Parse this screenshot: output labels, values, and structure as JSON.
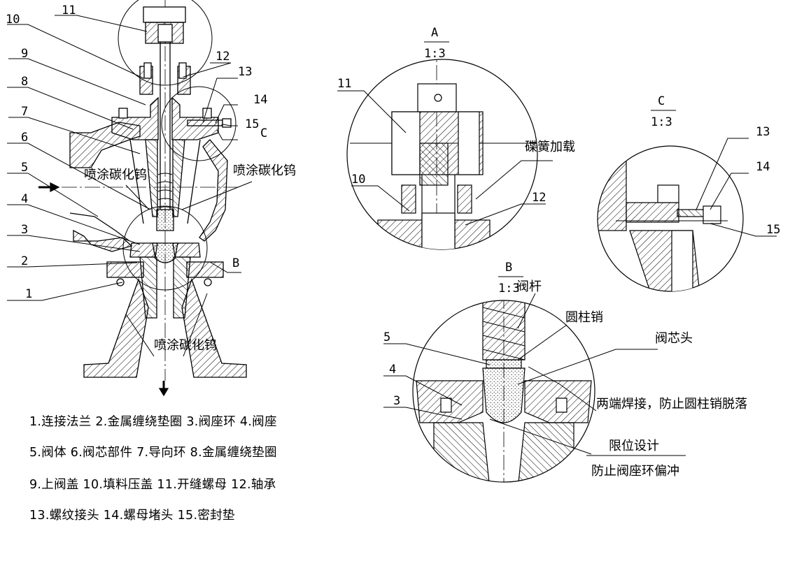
{
  "main_view": {
    "part_numbers": [
      "1",
      "2",
      "3",
      "4",
      "5",
      "6",
      "7",
      "8",
      "9",
      "10",
      "11",
      "12",
      "13",
      "14",
      "15"
    ],
    "detail_refs": {
      "b": "B",
      "c": "C"
    },
    "coating_labels": [
      "喷涂碳化钨",
      "喷涂碳化钨",
      "喷涂碳化钨"
    ]
  },
  "detail_a": {
    "letter": "A",
    "scale": "1:3",
    "labels": {
      "n11": "11",
      "n10": "10",
      "n12": "12",
      "spring": "碟簧加载"
    }
  },
  "detail_c": {
    "letter": "C",
    "scale": "1:3",
    "labels": {
      "n13": "13",
      "n14": "14",
      "n15": "15"
    }
  },
  "detail_b": {
    "letter": "B",
    "scale": "1:3",
    "labels": {
      "n5": "5",
      "n4": "4",
      "n3": "3",
      "stem": "阀杆",
      "pin": "圆柱销",
      "plug_head": "阀芯头",
      "weld_note": "两端焊接，防止圆柱销脱落",
      "limit_design": "限位设计",
      "anti_flush": "防止阀座环偏冲"
    }
  },
  "legend": [
    "1.连接法兰   2.金属缠绕垫圈   3.阀座环   4.阀座",
    "5.阀体   6.阀芯部件  7.导向环  8.金属缠绕垫圈",
    "9.上阀盖  10.填料压盖  11.开缝螺母   12.轴承",
    "13.螺纹接头  14.螺母堵头  15.密封垫"
  ]
}
